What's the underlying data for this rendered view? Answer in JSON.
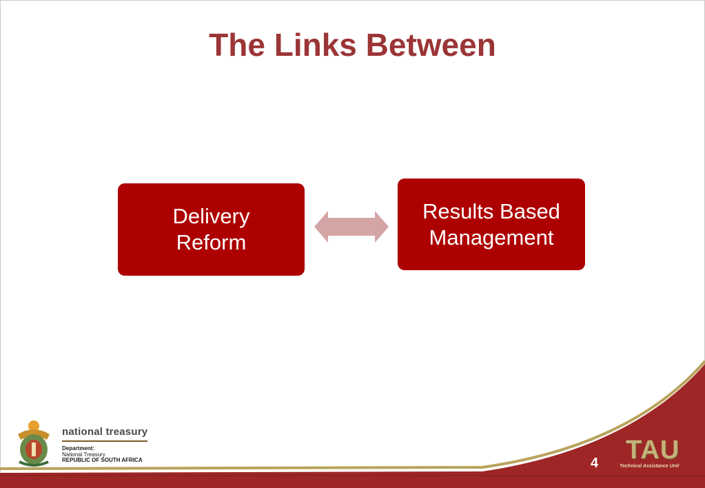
{
  "slide": {
    "title": "The Links Between",
    "page_number": "4"
  },
  "diagram": {
    "left_box": "Delivery\nReform",
    "right_box": "Results Based\nManagement",
    "connector": "double-headed-arrow"
  },
  "footer": {
    "brand": "national treasury",
    "line1": "Department:",
    "line2": "National Treasury",
    "line3": "REPUBLIC OF SOUTH AFRICA",
    "tau_logo": "TAU",
    "tau_subtitle": "Technical Assistance Unit"
  },
  "colors": {
    "title": "#9b3536",
    "box_fill": "#ad0000",
    "arrow_fill": "#d4a5a5",
    "footer_red": "#9e2626",
    "footer_gold": "#b9a35c"
  }
}
